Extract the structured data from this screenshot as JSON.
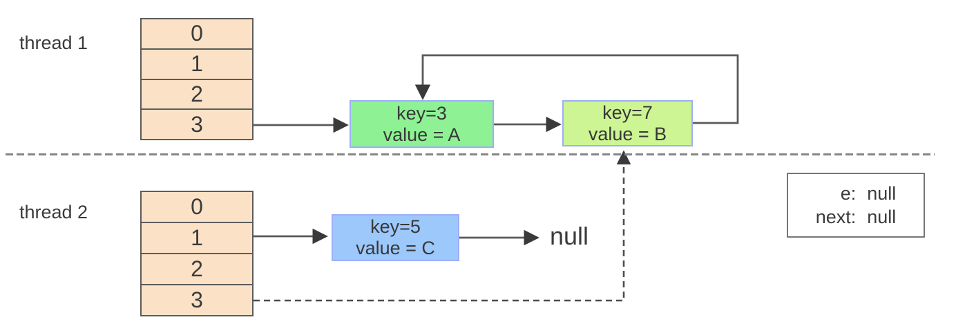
{
  "thread1": {
    "label": "thread 1",
    "buckets": [
      "0",
      "1",
      "2",
      "3"
    ],
    "node_a": {
      "key": "key=3",
      "value": "value = A",
      "fill": "#8ef295"
    },
    "node_b": {
      "key": "key=7",
      "value": "value = B",
      "fill": "#cdf593"
    }
  },
  "thread2": {
    "label": "thread 2",
    "buckets": [
      "0",
      "1",
      "2",
      "3"
    ],
    "node_c": {
      "key": "key=5",
      "value": "value = C",
      "fill": "#9cc8fb"
    },
    "null_label": "null"
  },
  "entry_box": {
    "rows": [
      {
        "label": "e:",
        "value": "null"
      },
      {
        "label": "next:",
        "value": "null"
      }
    ]
  },
  "colors": {
    "bucket_fill": "#fbe2c6",
    "node_border": "#9daef8",
    "array_border": "#5c5c5c",
    "line": "#595959",
    "dashed_line": "#4d4d4d",
    "separator": "#858585",
    "arrowhead": "#3a3a3a",
    "text": "#3b3b3b"
  }
}
